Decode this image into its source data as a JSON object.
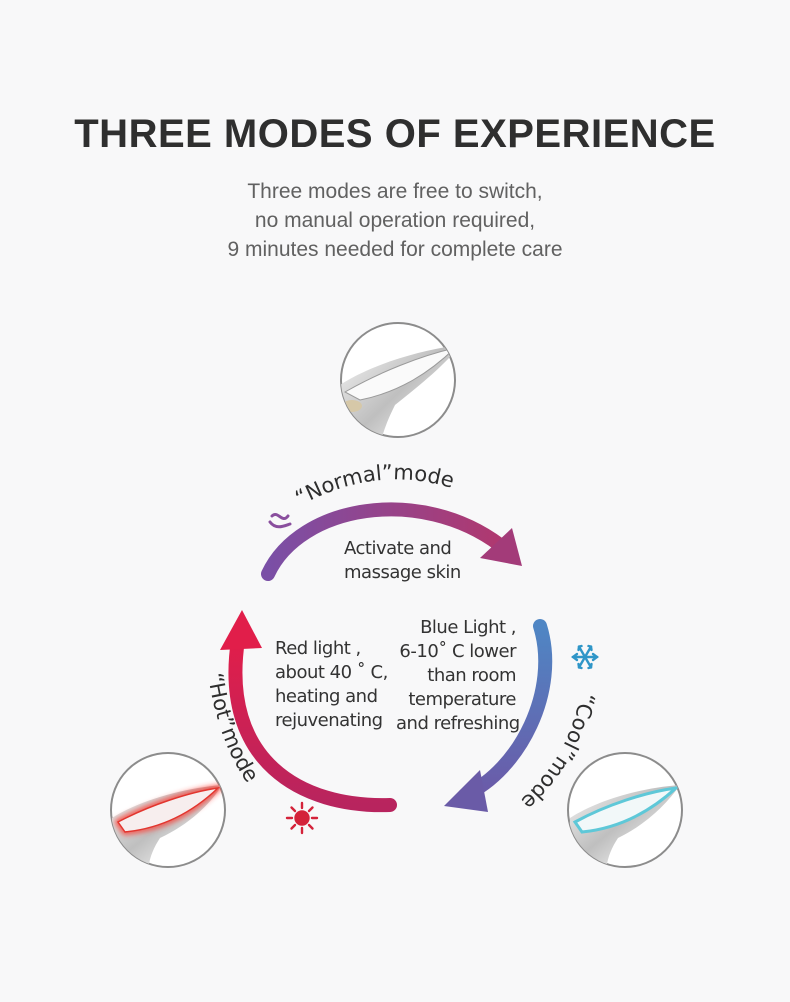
{
  "header": {
    "title": "THREE MODES OF EXPERIENCE",
    "subtitle_lines": [
      "Three modes are free to switch,",
      "no manual operation required,",
      "9 minutes needed for complete care"
    ]
  },
  "modes": {
    "normal": {
      "label": "“Normal”mode",
      "desc_lines": [
        "Activate and",
        "massage skin"
      ],
      "color": "#8a3f95",
      "icon": "wave-icon"
    },
    "cool": {
      "label": "“Cool”mode",
      "desc_lines": [
        "Blue Light ,",
        "6-10˚ C lower",
        "than room",
        "temperature",
        "and refreshing"
      ],
      "color": "#5f73b4",
      "icon": "snowflake-icon"
    },
    "hot": {
      "label": "“Hot”mode",
      "desc_lines": [
        "Red light ,",
        "about 40 ˚ C,",
        "heating and",
        "rejuvenating"
      ],
      "color": "#d81f4e",
      "icon": "sun-icon"
    }
  },
  "colors": {
    "normal_start": "#7a4fa6",
    "normal_end": "#b0386f",
    "cool_start": "#4f86c4",
    "cool_end": "#6b5aa8",
    "hot_start": "#e11e4a",
    "hot_end": "#b8245e",
    "title": "#2f2f2f",
    "subtitle": "#616161"
  }
}
